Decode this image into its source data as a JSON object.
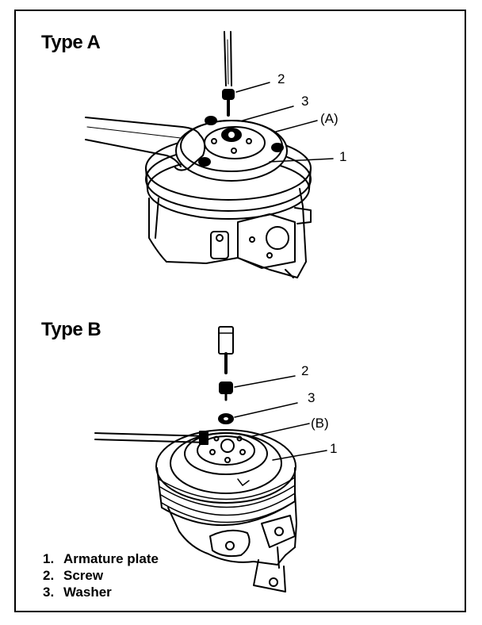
{
  "type_a": {
    "title": "Type A",
    "labels": {
      "screw": "2",
      "washer": "3",
      "tool": "(A)",
      "armature": "1"
    }
  },
  "type_b": {
    "title": "Type B",
    "labels": {
      "screw": "2",
      "washer": "3",
      "tool": "(B)",
      "armature": "1"
    }
  },
  "legend": [
    {
      "num": "1.",
      "text": "Armature plate"
    },
    {
      "num": "2.",
      "text": "Screw"
    },
    {
      "num": "3.",
      "text": "Washer"
    }
  ]
}
